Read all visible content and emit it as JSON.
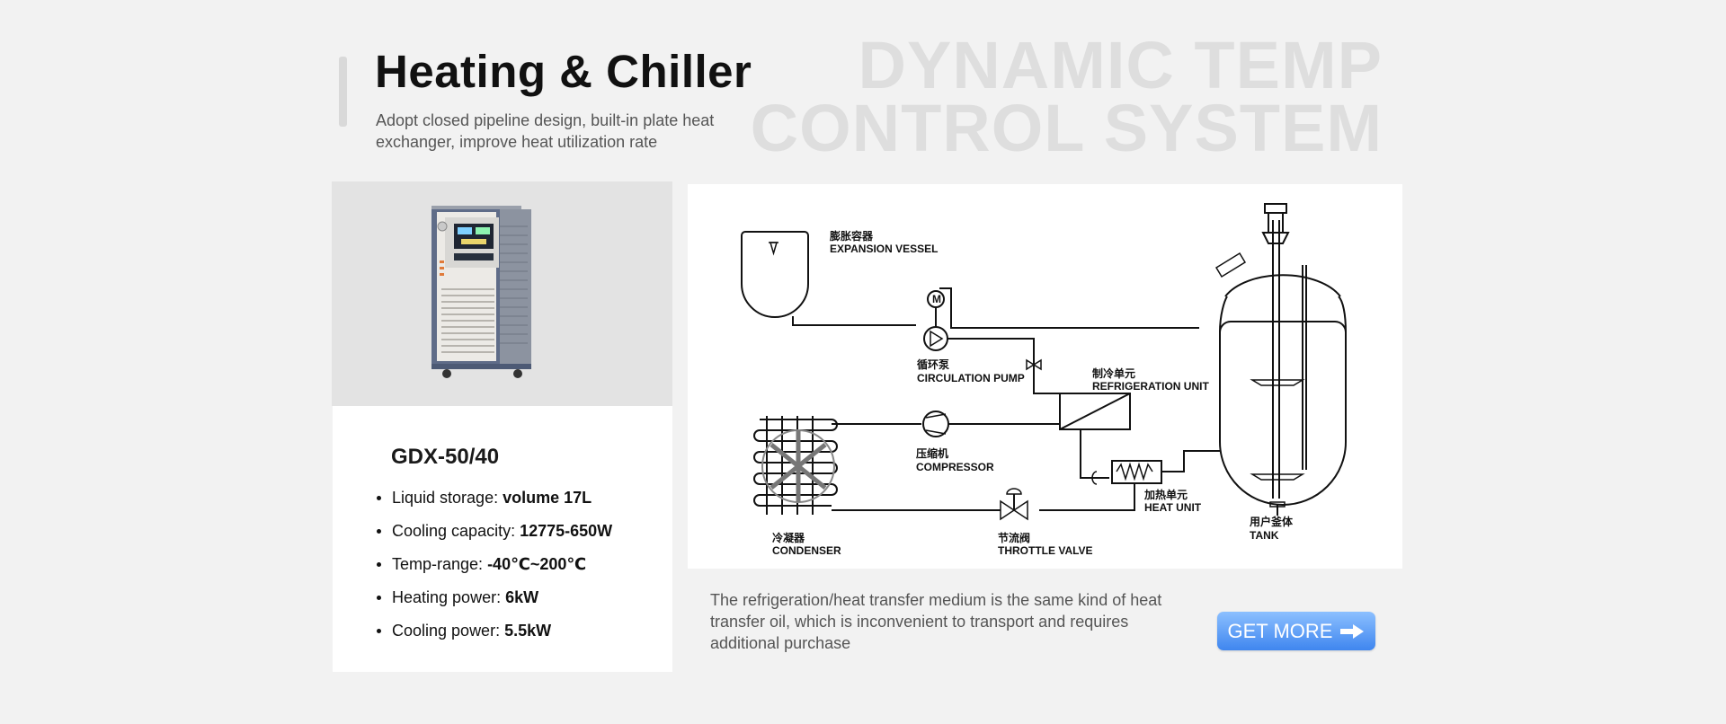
{
  "header": {
    "title": "Heating & Chiller",
    "subtitle": "Adopt closed pipeline design, built-in plate heat exchanger, improve heat utilization rate",
    "watermark_line1": "DYNAMIC TEMP",
    "watermark_line2": "CONTROL SYSTEM"
  },
  "product": {
    "model": "GDX-50/40",
    "specs": [
      {
        "label": "Liquid storage: ",
        "value": "volume 17L"
      },
      {
        "label": "Cooling capacity: ",
        "value": "12775-650W"
      },
      {
        "label": "Temp-range: ",
        "value": "-40℃~200℃"
      },
      {
        "label": "Heating power: ",
        "value": "6kW"
      },
      {
        "label": "Cooling power: ",
        "value": "5.5kW"
      }
    ]
  },
  "diagram": {
    "expansion_vessel": {
      "cn": "膨胀容器",
      "en": "EXPANSION VESSEL"
    },
    "pump_motor": "M",
    "circulation_pump": {
      "cn": "循环泵",
      "en": "CIRCULATION PUMP"
    },
    "refrigeration_unit": {
      "cn": "制冷单元",
      "en": "REFRIGERATION UNIT"
    },
    "compressor": {
      "cn": "压缩机",
      "en": "COMPRESSOR"
    },
    "heat_unit": {
      "cn": "加热单元",
      "en": "HEAT UNIT"
    },
    "tank": {
      "cn": "用户釜体",
      "en": "TANK"
    },
    "condenser": {
      "cn": "冷凝器",
      "en": "CONDENSER"
    },
    "throttle_valve": {
      "cn": "节流阀",
      "en": "THROTTLE VALVE"
    }
  },
  "note": "The refrigeration/heat transfer medium is the same kind of heat transfer oil, which is inconvenient to transport and requires additional purchase",
  "cta": {
    "label": "GET MORE",
    "icon": "arrow-right-icon"
  },
  "colors": {
    "button_top": "#8cc0ff",
    "button_bottom": "#3f86ef",
    "watermark": "#dedede",
    "background": "#f2f2f2"
  }
}
